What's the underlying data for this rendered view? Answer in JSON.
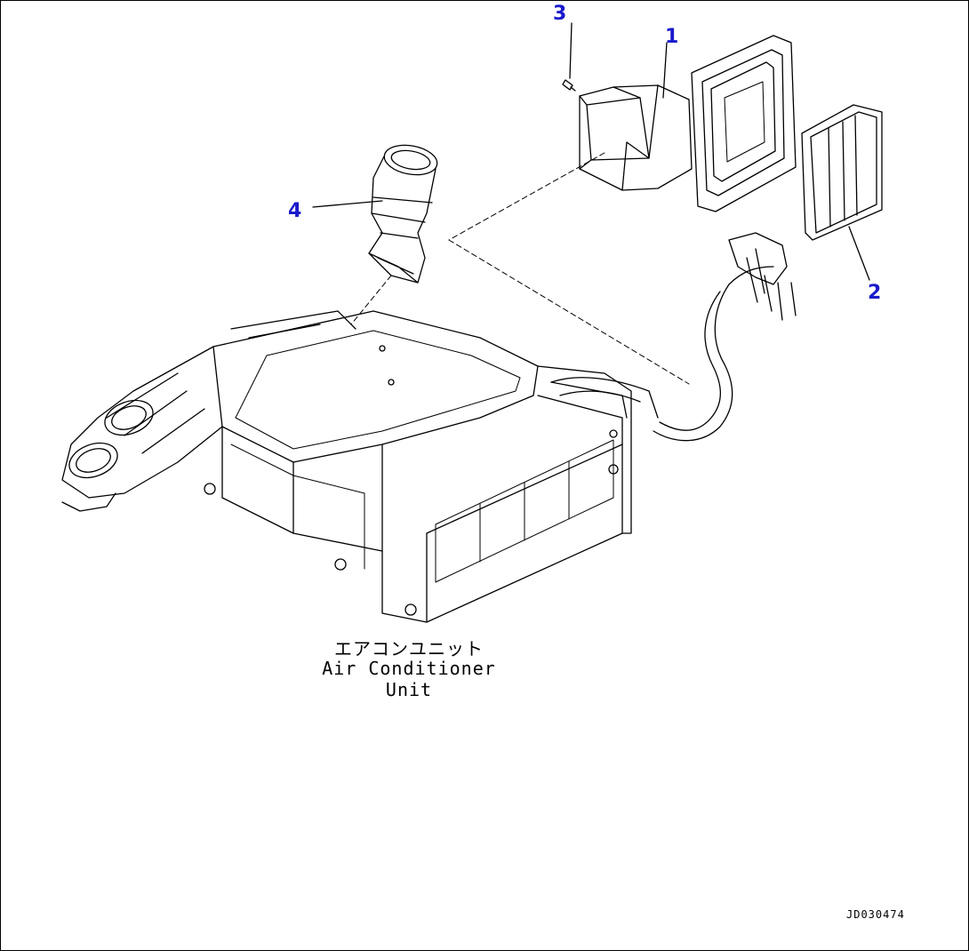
{
  "callouts": [
    {
      "id": "1",
      "label": "1"
    },
    {
      "id": "2",
      "label": "2"
    },
    {
      "id": "3",
      "label": "3"
    },
    {
      "id": "4",
      "label": "4"
    }
  ],
  "caption": {
    "japanese": "エアコンユニット",
    "english": "Air Conditioner Unit"
  },
  "drawing_id": "JD030474",
  "colors": {
    "callout": "#1a1acc",
    "line": "#000000",
    "background": "#ffffff"
  }
}
